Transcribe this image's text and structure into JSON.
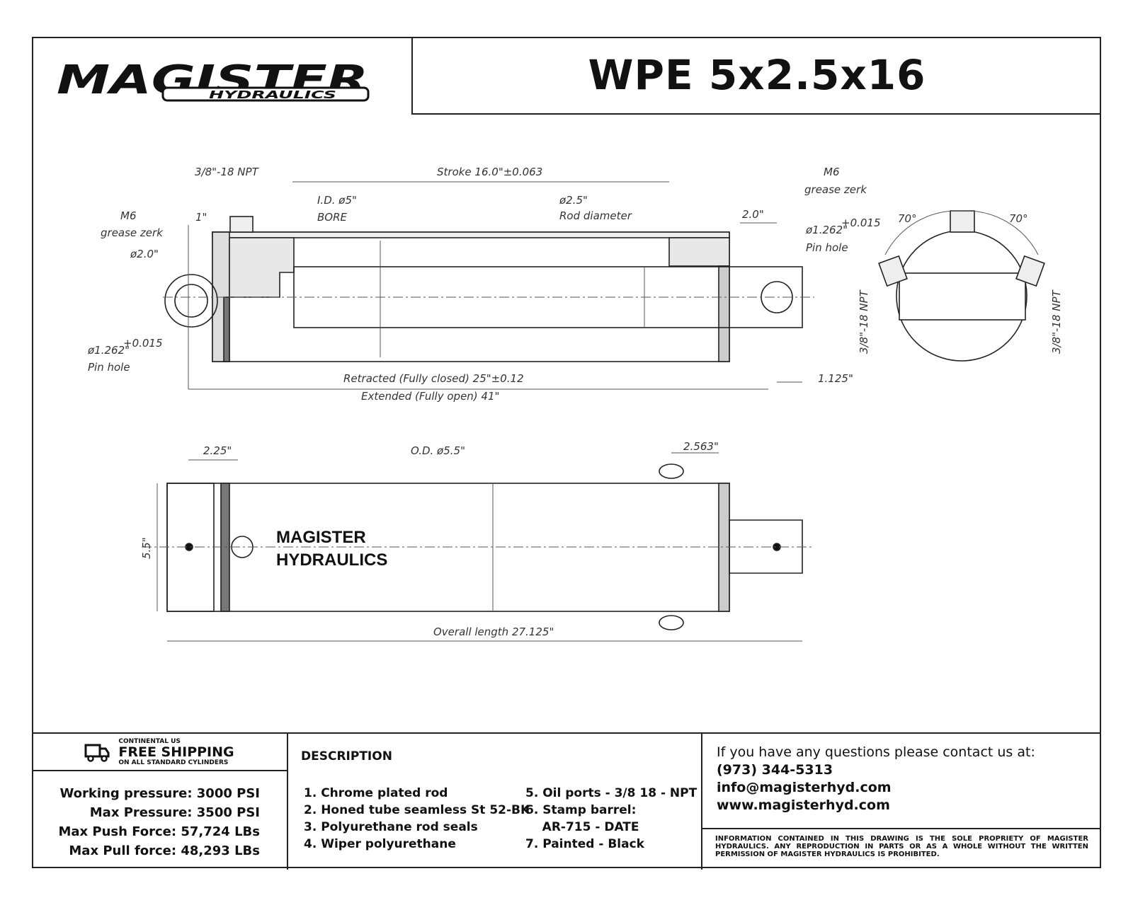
{
  "title": "WPE 5x2.5x16",
  "logo": {
    "main": "MAGISTER",
    "sub": "HYDRAULICS"
  },
  "dims": {
    "npt_top": "3/8\"-18 NPT",
    "stroke": "Stroke 16.0\"±0.063",
    "id_bore_1": "I.D. ø5\"",
    "id_bore_2": "BORE",
    "rod_dia_1": "ø2.5\"",
    "rod_dia_2": "Rod diameter",
    "m6_left_1": "M6",
    "m6_left_2": "grease zerk",
    "one_inch": "1\"",
    "phi2": "ø2.0\"",
    "pin_left_1": "ø1.262\"",
    "pin_left_sup": "+0.015",
    "pin_left_2": "Pin hole",
    "m6_right_1": "M6",
    "m6_right_2": "grease zerk",
    "two_inch": "2.0\"",
    "pin_right_1": "ø1.262\"",
    "pin_right_sup": "+0.015",
    "pin_right_2": "Pin hole",
    "retracted": "Retracted (Fully closed) 25\"±0.12",
    "extended": "Extended (Fully open) 41\"",
    "dim_1125": "1.125\"",
    "angle_left": "70°",
    "angle_right": "70°",
    "npt_side_left": "3/8\"-18 NPT",
    "npt_side_right": "3/8\"-18 NPT",
    "dim_225": "2.25\"",
    "od": "O.D. ø5.5\"",
    "dim_2563": "2.563\"",
    "dim_55": "5.5\"",
    "overall": "Overall length 27.125\"",
    "stamp_1": "MAGISTER",
    "stamp_2": "HYDRAULICS"
  },
  "shipping": {
    "top": "CONTINENTAL US",
    "main": "FREE SHIPPING",
    "bottom": "ON ALL STANDARD CYLINDERS"
  },
  "specs": [
    "Working pressure: 3000 PSI",
    "Max Pressure: 3500 PSI",
    "Max Push Force: 57,724 LBs",
    "Max Pull force: 48,293 LBs"
  ],
  "description": {
    "heading": "DESCRIPTION",
    "col1": "1. Chrome plated rod\n2. Honed tube seamless St 52-BK\n3. Polyurethane rod seals\n4. Wiper polyurethane",
    "col2": "5. Oil ports - 3/8 18 - NPT\n6. Stamp barrel:\n    AR-715 - DATE\n7. Painted - Black"
  },
  "contact": {
    "intro": "If you have any questions please contact us at:",
    "phone": "(973) 344-5313",
    "email": "info@magisterhyd.com",
    "web": "www.magisterhyd.com"
  },
  "legal": "INFORMATION CONTAINED IN THIS DRAWING IS THE SOLE PROPRIETY OF MAGISTER HYDRAULICS. ANY REPRODUCTION IN PARTS OR AS A WHOLE WITHOUT THE WRITTEN PERMISSION OF MAGISTER HYDRAULICS IS PROHIBITED."
}
